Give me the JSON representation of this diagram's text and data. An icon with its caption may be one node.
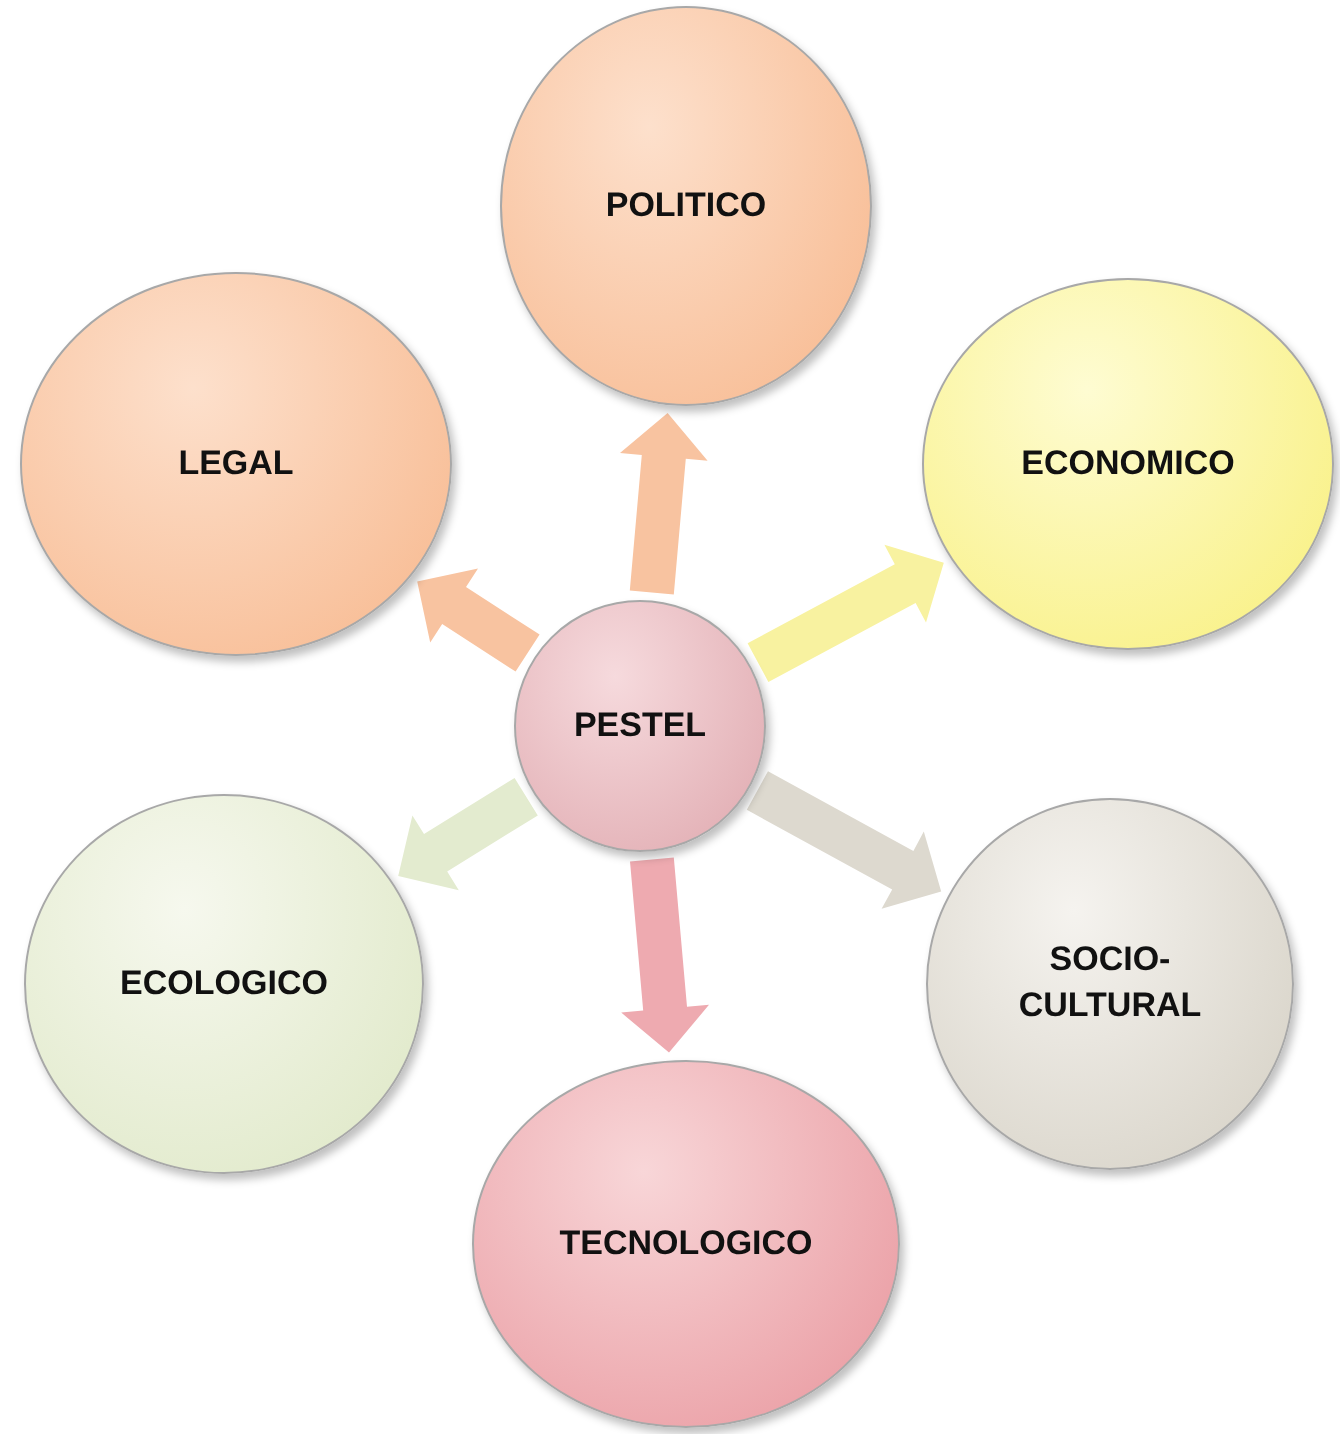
{
  "diagram": {
    "nodes": [
      {
        "text": [
          "PESTEL"
        ]
      },
      {
        "text": [
          "POLITICO"
        ]
      },
      {
        "text": [
          "ECONOMICO"
        ]
      },
      {
        "text": [
          "SOCIO- CULTURAL"
        ]
      },
      {
        "text": [
          "TECNOLOGICO"
        ]
      },
      {
        "text": [
          "ECOLOGICO"
        ]
      },
      {
        "text": [
          "LEGAL"
        ]
      }
    ],
    "edges": [
      {
        "from": 0,
        "to": 1,
        "arrow": "to",
        "color": "#f8c3a0"
      },
      {
        "from": 0,
        "to": 2,
        "arrow": "to",
        "color": "#f8f2a0"
      },
      {
        "from": 0,
        "to": 3,
        "arrow": "to",
        "color": "#ddd9cf"
      },
      {
        "from": 0,
        "to": 4,
        "arrow": "to",
        "color": "#eeaab0"
      },
      {
        "from": 0,
        "to": 5,
        "arrow": "to",
        "color": "#e3ebcf"
      },
      {
        "from": 0,
        "to": 6,
        "arrow": "to",
        "color": "#f8c3a0"
      }
    ]
  }
}
